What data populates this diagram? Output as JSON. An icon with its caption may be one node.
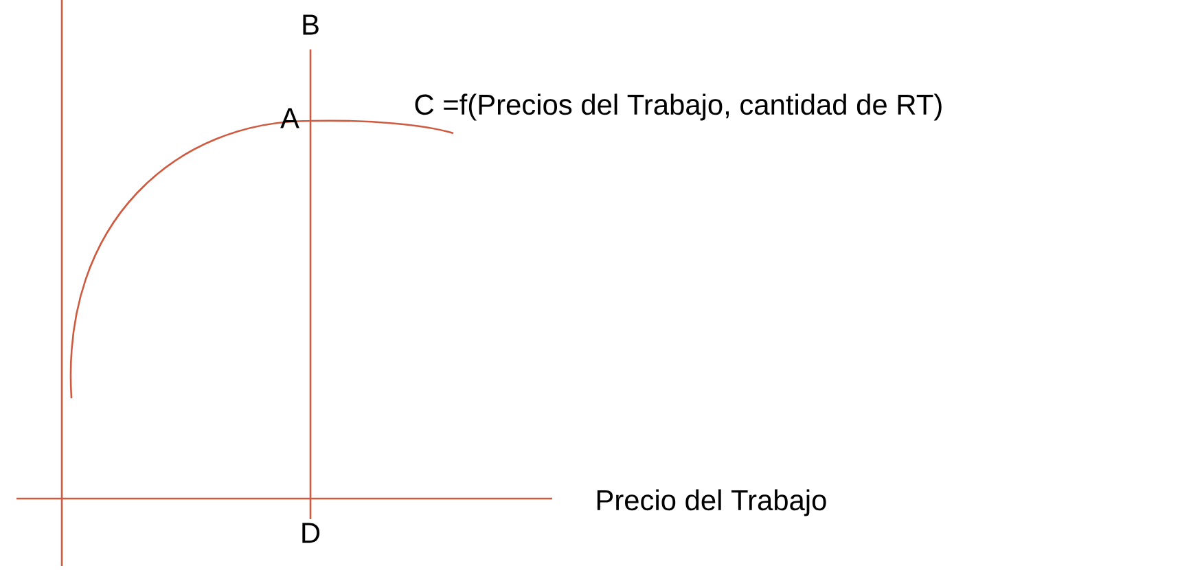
{
  "diagram": {
    "labels": [
      "B",
      "A",
      "C =f(Precios del Trabajo, cantidad de RT)",
      "Precio del Trabajo",
      "D"
    ]
  }
}
